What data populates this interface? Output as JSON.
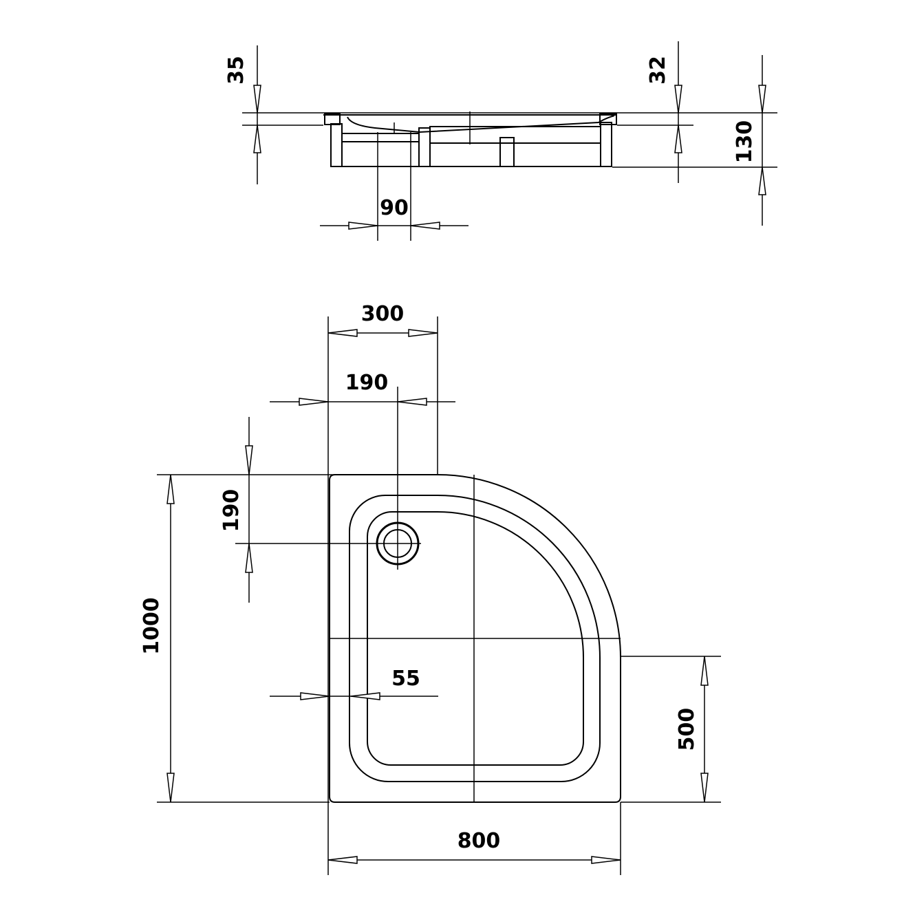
{
  "section_view": {
    "dimensions": {
      "rim_height": "35",
      "inner_height": "32",
      "total_height": "130",
      "drain_width": "90"
    }
  },
  "plan_view": {
    "dimensions": {
      "arc_start_offset": "300",
      "drain_x_offset": "190",
      "drain_y_offset": "190",
      "length": "1000",
      "rim_width": "55",
      "arc_end_height": "500",
      "width": "800"
    }
  },
  "colors": {
    "line": "#000000",
    "background": "#ffffff",
    "hatch": "#000000"
  }
}
